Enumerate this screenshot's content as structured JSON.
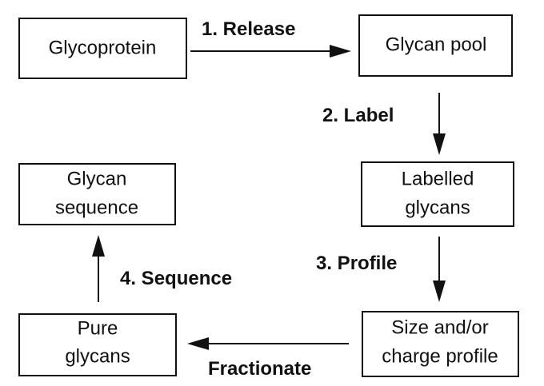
{
  "nodes": {
    "glycoprotein": {
      "lines": [
        "Glycoprotein"
      ]
    },
    "glycan_pool": {
      "lines": [
        "Glycan pool"
      ]
    },
    "labelled_glycans": {
      "lines": [
        "Labelled",
        "glycans"
      ]
    },
    "size_charge_profile": {
      "lines": [
        "Size and/or",
        "charge profile"
      ]
    },
    "pure_glycans": {
      "lines": [
        "Pure",
        "glycans"
      ]
    },
    "glycan_sequence": {
      "lines": [
        "Glycan",
        "sequence"
      ]
    }
  },
  "edges": {
    "release": {
      "label": "1.  Release"
    },
    "label": {
      "label": "2.  Label"
    },
    "profile": {
      "label": "3.  Profile"
    },
    "fractionate": {
      "label": "Fractionate"
    },
    "sequence": {
      "label": "4.  Sequence"
    }
  }
}
